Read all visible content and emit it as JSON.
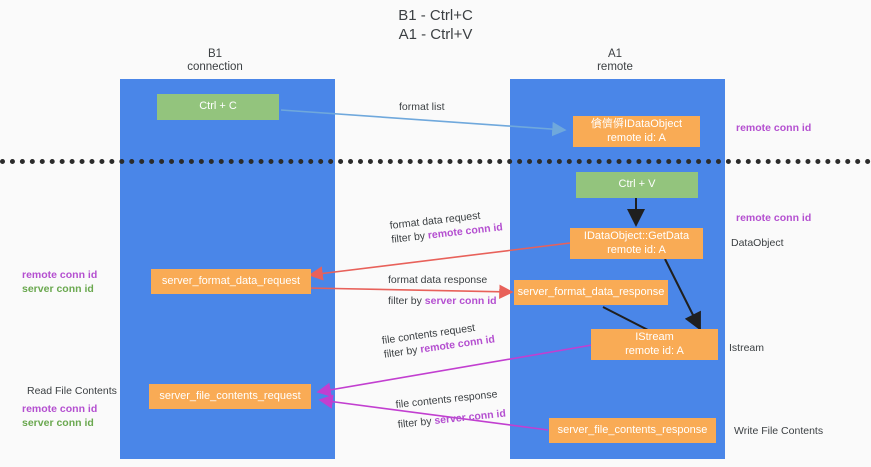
{
  "title": {
    "line1": "B1 - Ctrl+C",
    "line2": "A1 - Ctrl+V"
  },
  "columns": [
    {
      "name": "B1",
      "role": "connection"
    },
    {
      "name": "A1",
      "role": "remote"
    }
  ],
  "nodes": {
    "ctrl_c": {
      "label": "Ctrl + C",
      "sub": ""
    },
    "idataobject": {
      "label": "僋儕僢IDataObject",
      "sub": "remote id: A"
    },
    "ctrl_v": {
      "label": "Ctrl + V",
      "sub": ""
    },
    "idataobject_getdata": {
      "label": "IDataObject::GetData",
      "sub": "remote id: A"
    },
    "server_format_data_request": {
      "label": "server_format_data_request",
      "sub": ""
    },
    "server_format_data_response": {
      "label": "server_format_data_response",
      "sub": ""
    },
    "istream": {
      "label": "IStream",
      "sub": "remote id: A"
    },
    "server_file_contents_request": {
      "label": "server_file_contents_request",
      "sub": ""
    },
    "server_file_contents_response": {
      "label": "server_file_contents_response",
      "sub": ""
    }
  },
  "edge_labels": {
    "format_list": {
      "l1": "format list",
      "l2": "",
      "hl2": ""
    },
    "format_data_request": {
      "l1": "format data request",
      "l2": "filter by ",
      "hl2": "remote conn id"
    },
    "format_data_response": {
      "l1": "format data response",
      "l2": "filter by ",
      "hl2": "server conn id"
    },
    "file_contents_request": {
      "l1": "file contents request",
      "l2": "filter by ",
      "hl2": "remote conn id"
    },
    "file_contents_response": {
      "l1": "file contents response",
      "l2": "filter by ",
      "hl2": "server conn id"
    }
  },
  "annotations": {
    "right_remote_conn_id_top": "remote conn id",
    "right_remote_conn_id_mid": "remote conn id",
    "right_dataobject": "DataObject",
    "right_istream": "Istream",
    "right_write_file_contents": "Write File Contents",
    "left_read_file_contents": "Read File Contents",
    "left_remote_conn_id_mid": "remote conn id",
    "left_server_conn_id_mid": "server conn id",
    "left_remote_conn_id_bottom": "remote conn id",
    "left_server_conn_id_bottom": "server conn id"
  },
  "colors": {
    "lane": "#4a86e8",
    "green_node": "#93c47d",
    "orange_node": "#f9ab55",
    "purple": "#b44fd0",
    "green_text": "#6aa84f",
    "red_arrow": "#e8615a",
    "magenta_arrow": "#c23fd0",
    "blue_arrow": "#6fa8dc",
    "black_arrow": "#1f1f1f",
    "separator": "#2b2b2b",
    "background": "#fafafa"
  }
}
